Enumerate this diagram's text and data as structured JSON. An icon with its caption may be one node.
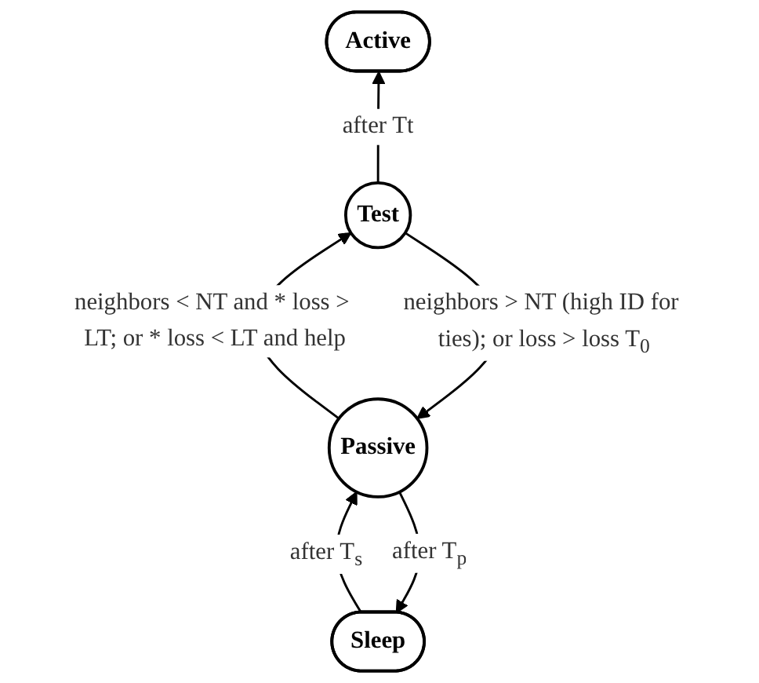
{
  "diagram": {
    "nodes": [
      {
        "text": [
          "Active"
        ]
      },
      {
        "text": [
          "Sleep"
        ]
      },
      {
        "text": [
          "Test"
        ]
      },
      {
        "text": [
          "Passive"
        ]
      }
    ],
    "edges": [
      {
        "from": 2,
        "to": 0,
        "arrow": "to",
        "label": "after Tt"
      },
      {
        "from": 3,
        "to": 1,
        "arrow": "to",
        "label": "after T$_{p}$"
      },
      {
        "from": 1,
        "to": 3,
        "arrow": "to",
        "label": "after T$_{s}$"
      },
      {
        "from": 2,
        "to": 3,
        "arrow": "to",
        "label": "neighbors > NT (high ID for ties); or loss > loss T$_{0}$"
      },
      {
        "from": 3,
        "to": 2,
        "arrow": "to",
        "label": "neighbors < NT and * loss > LT; or * loss < LT and help"
      }
    ]
  }
}
